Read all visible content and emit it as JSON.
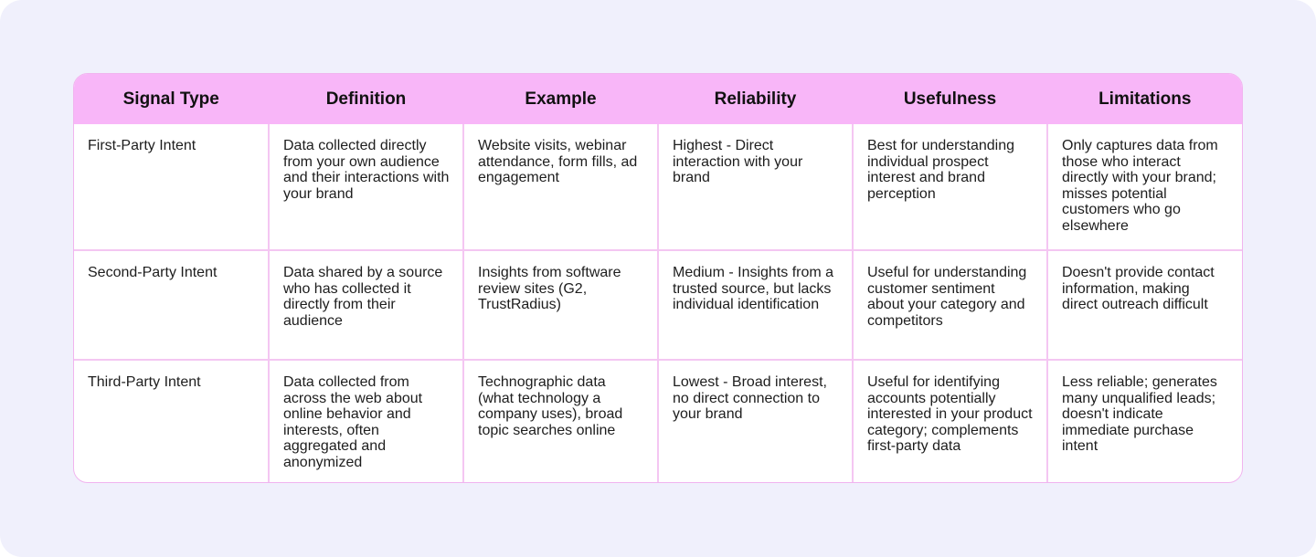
{
  "table": {
    "headers": [
      "Signal Type",
      "Definition",
      "Example",
      "Reliability",
      "Usefulness",
      "Limitations"
    ],
    "rows": [
      [
        "First-Party Intent",
        "Data collected directly from your own audience and their interactions with your brand",
        "Website visits, webinar attendance, form fills, ad engagement",
        "Highest - Direct interaction with your brand",
        "Best for understanding individual prospect interest and brand perception",
        "Only captures data from those who interact directly with your brand; misses potential customers who go elsewhere"
      ],
      [
        "Second-Party Intent",
        "Data shared by a source who has collected it directly from their audience",
        "Insights from software review sites (G2, TrustRadius)",
        "Medium - Insights from a trusted source, but lacks individual identification",
        "Useful for understanding customer sentiment about your category and competitors",
        "Doesn't provide contact information, making direct outreach difficult"
      ],
      [
        "Third-Party Intent",
        "Data collected from across the web about online behavior and interests, often aggregated and anonymized",
        "Technographic data (what technology a company uses), broad topic searches online",
        "Lowest - Broad interest, no direct connection to your brand",
        "Useful for identifying accounts potentially interested in your product category; complements first-party data",
        "Less reliable; generates many unqualified leads; doesn't indicate immediate purchase intent"
      ]
    ]
  }
}
